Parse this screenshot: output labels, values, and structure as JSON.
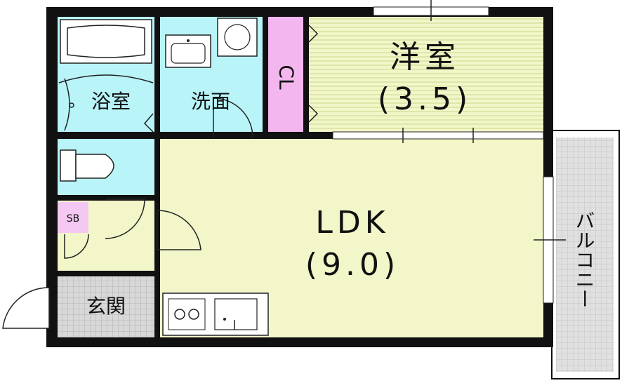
{
  "colors": {
    "wall": "#111111",
    "bath_tile": "#b8f4f8",
    "tatami": "#f2f6c8",
    "tatami_line": "#c9d78e",
    "closet": "#f4b6ee",
    "storage": "#f4c8f2",
    "entry_tile": "#d8d8d8",
    "balcony": "#e0e0e0"
  },
  "rooms": {
    "western": {
      "name": "洋室",
      "size": "(3.5)"
    },
    "ldk": {
      "name": "LDK",
      "size": "(9.0)"
    },
    "bath": {
      "name": "浴室"
    },
    "wash": {
      "name": "洗面"
    },
    "closet": {
      "name": "CL"
    },
    "shoebox": {
      "name": "SB"
    },
    "entrance": {
      "name": "玄関"
    },
    "balcony": {
      "name": "バルコニー"
    }
  }
}
